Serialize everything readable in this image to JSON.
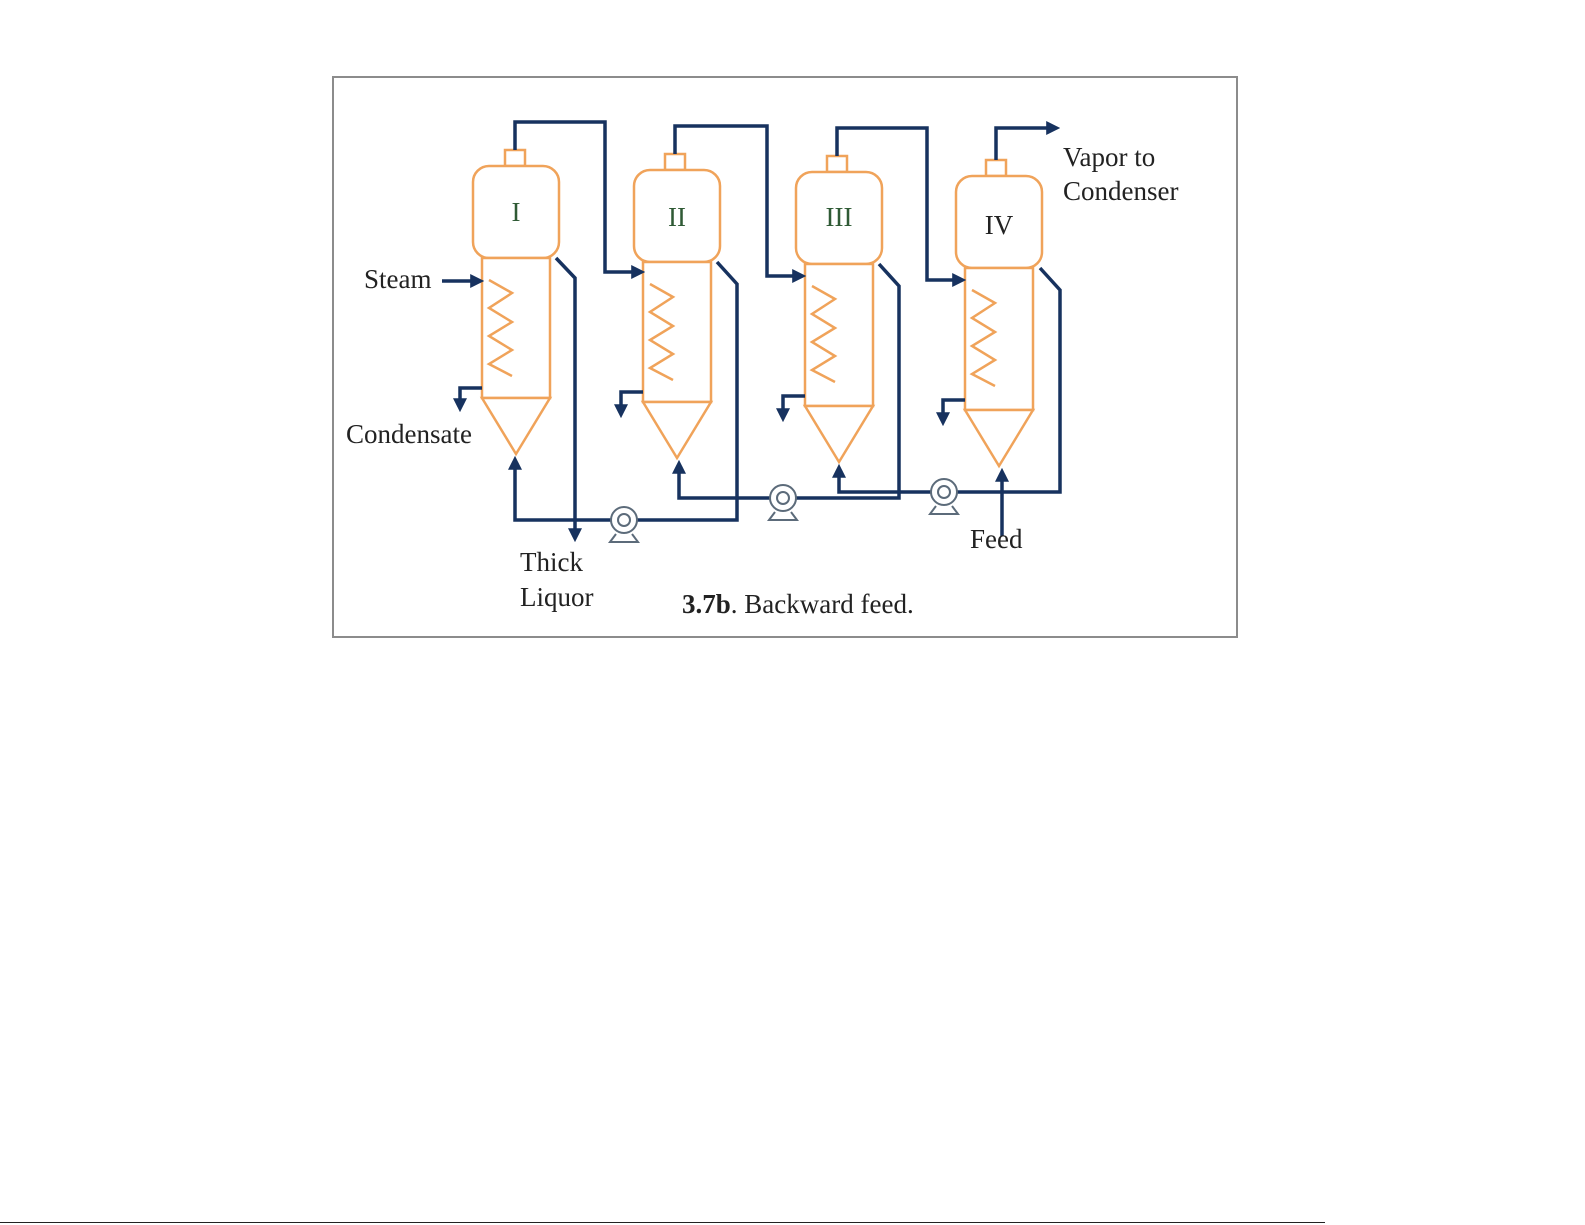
{
  "figure": {
    "evaporators": [
      {
        "id": "I",
        "label": "I"
      },
      {
        "id": "II",
        "label": "II"
      },
      {
        "id": "III",
        "label": "III"
      },
      {
        "id": "IV",
        "label": "IV"
      }
    ],
    "labels": {
      "steam": "Steam",
      "condensate": "Condensate",
      "thick_liquor_line1": "Thick",
      "thick_liquor_line2": "Liquor",
      "vapor_line1": "Vapor to",
      "vapor_line2": "Condenser",
      "feed": "Feed"
    },
    "caption": {
      "number": "3.7b",
      "text": ". Backward feed."
    }
  },
  "colors": {
    "vessel_outline": "#f0a35a",
    "pipe": "#17325f",
    "pump": "#5c6b7a",
    "frame": "#8c8c8c"
  }
}
